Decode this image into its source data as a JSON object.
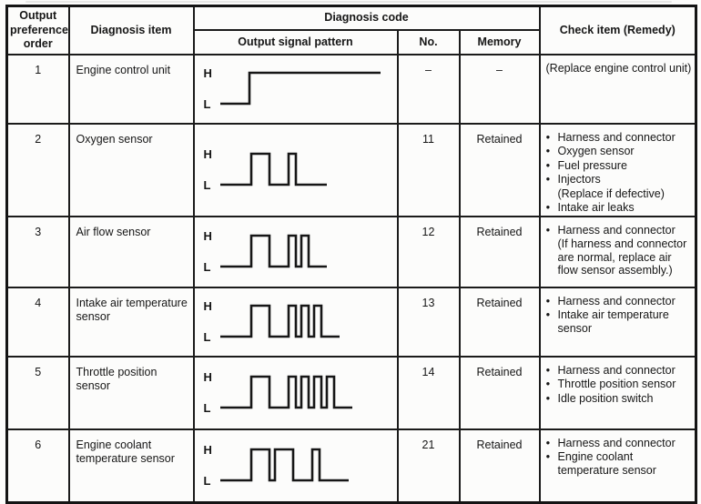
{
  "document_type": "diagnosis-code-table",
  "colors": {
    "border": "#1b1b1b",
    "text": "#161616",
    "background": "#fcfcfb"
  },
  "header": {
    "output_preference_order": "Output preference order",
    "diagnosis_item": "Diagnosis item",
    "diagnosis_code": "Diagnosis code",
    "output_signal_pattern": "Output signal pattern",
    "no": "No.",
    "memory": "Memory",
    "check_item": "Check item (Remedy)"
  },
  "waveform_labels": {
    "high": "H",
    "low": "L"
  },
  "rows": [
    {
      "order": "1",
      "item": "Engine control unit",
      "signal_segments": [
        [
          0,
          32
        ],
        [
          1,
          144
        ]
      ],
      "no": "–",
      "memory": "–",
      "check_items": [
        {
          "style": "plain",
          "text": "(Replace engine control unit)"
        }
      ]
    },
    {
      "order": "2",
      "item": "Oxygen sensor",
      "signal_segments": [
        [
          0,
          34
        ],
        [
          1,
          20
        ],
        [
          0,
          21
        ],
        [
          1,
          8
        ],
        [
          0,
          34
        ]
      ],
      "no": "11",
      "memory": "Retained",
      "check_items": [
        {
          "style": "bullet",
          "text": "Harness and connector"
        },
        {
          "style": "bullet",
          "text": "Oxygen sensor"
        },
        {
          "style": "bullet",
          "text": "Fuel pressure"
        },
        {
          "style": "bullet",
          "text": "Injectors"
        },
        {
          "style": "indent",
          "text": "(Replace if defective)"
        },
        {
          "style": "bullet",
          "text": "Intake air leaks"
        }
      ]
    },
    {
      "order": "3",
      "item": "Air flow sensor",
      "signal_segments": [
        [
          0,
          34
        ],
        [
          1,
          20
        ],
        [
          0,
          21
        ],
        [
          1,
          8
        ],
        [
          0,
          6
        ],
        [
          1,
          8
        ],
        [
          0,
          20
        ]
      ],
      "no": "12",
      "memory": "Retained",
      "check_items": [
        {
          "style": "bullet",
          "text": "Harness and connector"
        },
        {
          "style": "indent",
          "text": "(If harness and connector are normal, replace air flow sensor assembly.)"
        }
      ]
    },
    {
      "order": "4",
      "item": "Intake air temperature sensor",
      "signal_segments": [
        [
          0,
          34
        ],
        [
          1,
          20
        ],
        [
          0,
          21
        ],
        [
          1,
          8
        ],
        [
          0,
          6
        ],
        [
          1,
          8
        ],
        [
          0,
          6
        ],
        [
          1,
          8
        ],
        [
          0,
          20
        ]
      ],
      "no": "13",
      "memory": "Retained",
      "check_items": [
        {
          "style": "bullet",
          "text": "Harness and connector"
        },
        {
          "style": "bullet",
          "text": "Intake air temperature sensor"
        }
      ]
    },
    {
      "order": "5",
      "item": "Throttle position sensor",
      "signal_segments": [
        [
          0,
          34
        ],
        [
          1,
          20
        ],
        [
          0,
          21
        ],
        [
          1,
          8
        ],
        [
          0,
          6
        ],
        [
          1,
          8
        ],
        [
          0,
          6
        ],
        [
          1,
          8
        ],
        [
          0,
          6
        ],
        [
          1,
          8
        ],
        [
          0,
          20
        ]
      ],
      "no": "14",
      "memory": "Retained",
      "check_items": [
        {
          "style": "bullet",
          "text": "Harness and connector"
        },
        {
          "style": "bullet",
          "text": "Throttle position sensor"
        },
        {
          "style": "bullet",
          "text": "Idle position switch"
        }
      ]
    },
    {
      "order": "6",
      "item": "Engine coolant temperature sensor",
      "signal_segments": [
        [
          0,
          34
        ],
        [
          1,
          20
        ],
        [
          0,
          6
        ],
        [
          1,
          20
        ],
        [
          0,
          21
        ],
        [
          1,
          8
        ],
        [
          0,
          32
        ]
      ],
      "no": "21",
      "memory": "Retained",
      "check_items": [
        {
          "style": "bullet",
          "text": "Harness and connector"
        },
        {
          "style": "bullet",
          "text": "Engine coolant temperature sensor"
        }
      ]
    }
  ]
}
